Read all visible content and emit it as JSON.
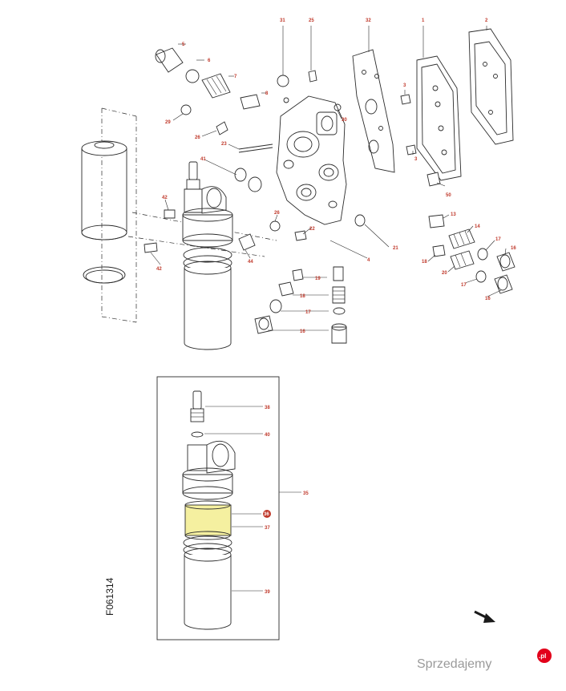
{
  "figure_code": "F061314",
  "callouts_main": [
    "5",
    "6",
    "7",
    "8",
    "29",
    "26",
    "23",
    "41",
    "42",
    "42",
    "44",
    "31",
    "25",
    "32",
    "1",
    "2",
    "3",
    "3",
    "50",
    "30",
    "26",
    "22",
    "4",
    "21",
    "13",
    "14",
    "17",
    "16",
    "18",
    "20",
    "17",
    "16",
    "19",
    "18",
    "17",
    "16"
  ],
  "callouts_detail": [
    "38",
    "40",
    "35",
    "36",
    "37",
    "39"
  ],
  "highlighted_callout": "36",
  "watermark_text": "Sprzedajemy",
  "watermark_suffix": ".pl",
  "colors": {
    "highlight": "#f5f0a0",
    "callout_text": "#c0392b",
    "watermark_badge": "#e2001a"
  }
}
